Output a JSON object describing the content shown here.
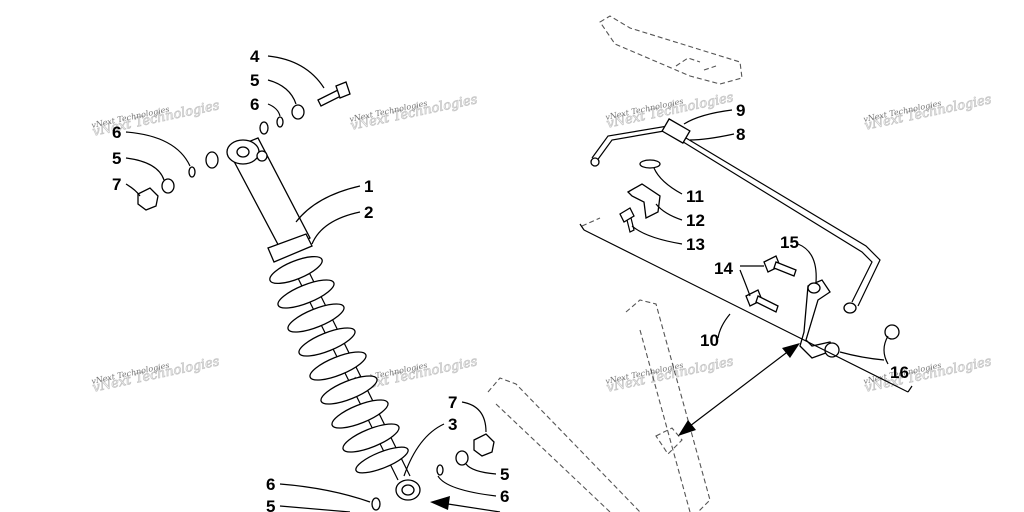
{
  "callouts": [
    {
      "id": "4-top",
      "text": "4"
    },
    {
      "id": "5-top",
      "text": "5"
    },
    {
      "id": "6-top",
      "text": "6"
    },
    {
      "id": "6-left",
      "text": "6"
    },
    {
      "id": "5-left",
      "text": "5"
    },
    {
      "id": "7-left",
      "text": "7"
    },
    {
      "id": "1",
      "text": "1"
    },
    {
      "id": "2",
      "text": "2"
    },
    {
      "id": "7-bottom",
      "text": "7"
    },
    {
      "id": "3",
      "text": "3"
    },
    {
      "id": "5-bottom",
      "text": "5"
    },
    {
      "id": "6-bottom",
      "text": "6"
    },
    {
      "id": "6-lowleft",
      "text": "6"
    },
    {
      "id": "5-lowleft",
      "text": "5"
    },
    {
      "id": "9",
      "text": "9"
    },
    {
      "id": "8",
      "text": "8"
    },
    {
      "id": "11",
      "text": "11"
    },
    {
      "id": "12",
      "text": "12"
    },
    {
      "id": "13",
      "text": "13"
    },
    {
      "id": "15",
      "text": "15"
    },
    {
      "id": "14",
      "text": "14"
    },
    {
      "id": "10",
      "text": "10"
    },
    {
      "id": "16",
      "text": "16"
    }
  ],
  "watermark": {
    "text": "vNext Technologies"
  },
  "colors": {
    "ink": "#000000",
    "ghost": "#555555",
    "background": "#ffffff"
  }
}
